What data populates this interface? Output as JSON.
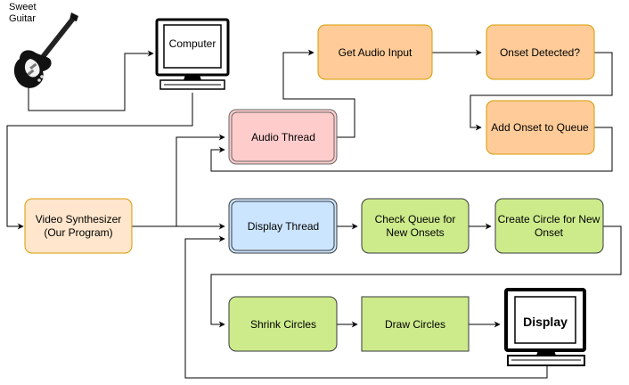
{
  "nodes": {
    "guitar": {
      "label_line1": "Sweet",
      "label_line2": "Guitar"
    },
    "computer": {
      "label": "Computer"
    },
    "get_audio": {
      "label": "Get Audio Input"
    },
    "onset_detected": {
      "label": "Onset Detected?"
    },
    "add_onset": {
      "label": "Add Onset to Queue"
    },
    "audio_thread": {
      "label": "Audio Thread"
    },
    "video_synth": {
      "label_line1": "Video Synthesizer",
      "label_line2": "(Our Program)"
    },
    "display_thread": {
      "label": "Display Thread"
    },
    "check_queue": {
      "label_line1": "Check Queue for",
      "label_line2": "New Onsets"
    },
    "create_circle": {
      "label_line1": "Create Circle for New",
      "label_line2": "Onset"
    },
    "shrink_circles": {
      "label": "Shrink Circles"
    },
    "draw_circles": {
      "label": "Draw Circles"
    },
    "display": {
      "label": "Display"
    }
  },
  "colors": {
    "orange_fill": "#ffcc99",
    "orange_stroke": "#d79b00",
    "pink_fill": "#ffcccc",
    "pink_stroke": "#666666",
    "blue_fill": "#cce5ff",
    "blue_stroke": "#36393d",
    "green_fill": "#cdeb8b",
    "green_stroke": "#36393d",
    "synth_fill": "#ffe6cc",
    "synth_stroke": "#d79b00"
  },
  "icons": [
    "guitar-icon",
    "computer-icon",
    "display-monitor-icon"
  ]
}
